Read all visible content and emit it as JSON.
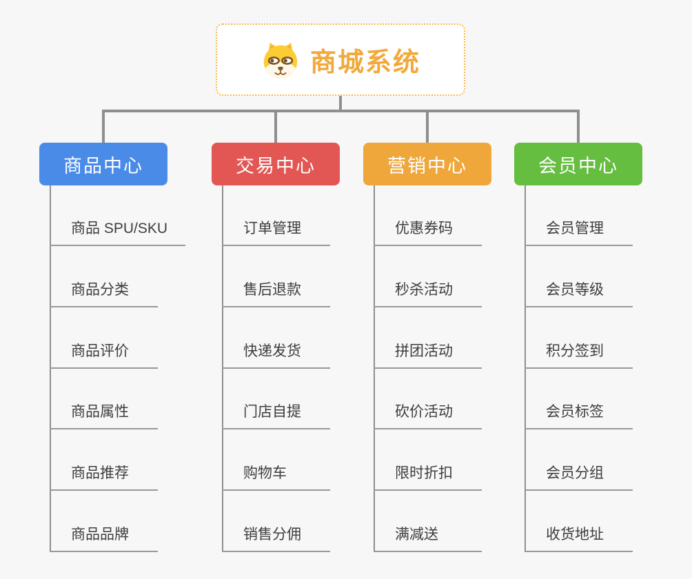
{
  "page": {
    "background": "#F7F7F7",
    "connector_color": "#8E8E8E"
  },
  "root": {
    "label": "商城系统",
    "icon": "dog-face-icon",
    "text_color": "#F2A93C",
    "border_color": "#F7B84B"
  },
  "branches": [
    {
      "label": "商品中心",
      "color": "#4A8BE8",
      "children": [
        "商品 SPU/SKU",
        "商品分类",
        "商品评价",
        "商品属性",
        "商品推荐",
        "商品品牌"
      ]
    },
    {
      "label": "交易中心",
      "color": "#E25653",
      "children": [
        "订单管理",
        "售后退款",
        "快递发货",
        "门店自提",
        "购物车",
        "销售分佣"
      ]
    },
    {
      "label": "营销中心",
      "color": "#EFA73C",
      "children": [
        "优惠券码",
        "秒杀活动",
        "拼团活动",
        "砍价活动",
        "限时折扣",
        "满减送"
      ]
    },
    {
      "label": "会员中心",
      "color": "#66BE40",
      "children": [
        "会员管理",
        "会员等级",
        "积分签到",
        "会员标签",
        "会员分组",
        "收货地址"
      ]
    }
  ]
}
